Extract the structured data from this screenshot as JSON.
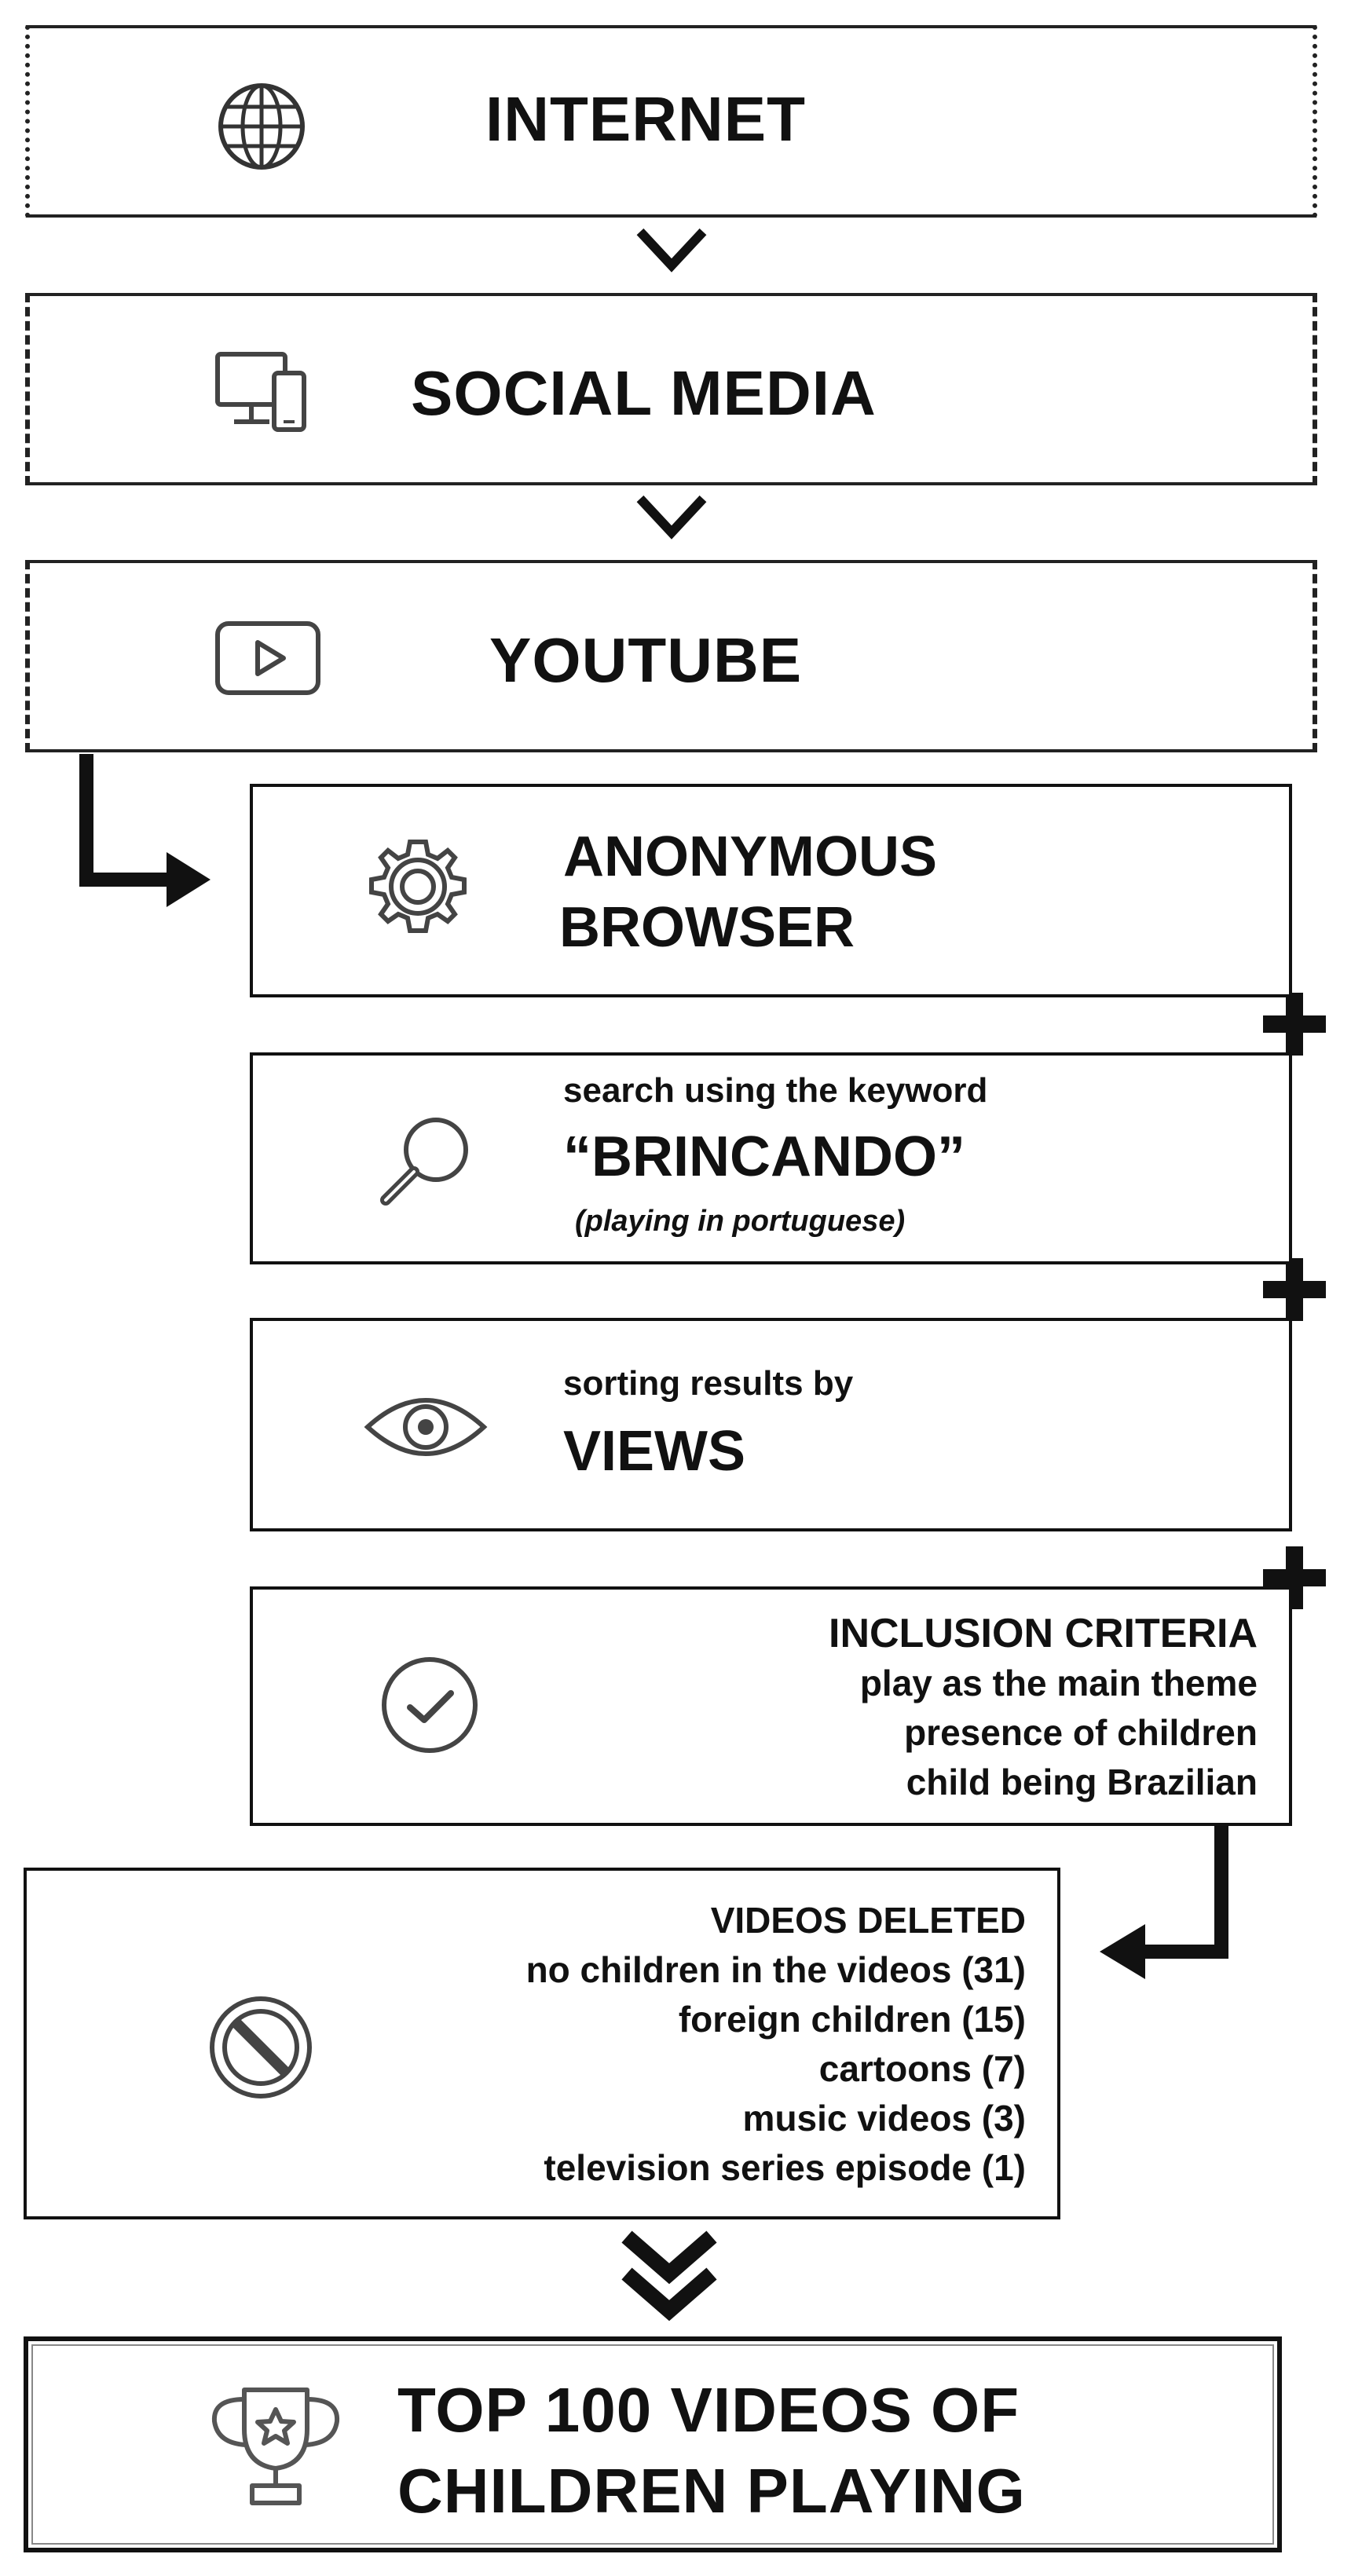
{
  "steps": {
    "internet": {
      "title": "INTERNET",
      "icon": "globe-icon"
    },
    "social_media": {
      "title": "SOCIAL MEDIA",
      "icon": "devices-icon"
    },
    "youtube": {
      "title": "YOUTUBE",
      "icon": "play-button-icon"
    },
    "anonymous_browser": {
      "line1": "ANONYMOUS",
      "line2": "BROWSER",
      "icon": "gear-icon"
    },
    "search": {
      "caption": "search using the keyword",
      "keyword": "“BRINCANDO”",
      "note": "(playing in portuguese)",
      "icon": "search-icon"
    },
    "sort": {
      "caption": "sorting results by",
      "value": "VIEWS",
      "icon": "eye-icon"
    },
    "inclusion": {
      "heading": "INCLUSION CRITERIA",
      "items": [
        "play as the main theme",
        "presence of children",
        "child being Brazilian"
      ],
      "icon": "check-circle-icon"
    },
    "deleted": {
      "heading": "VIDEOS DELETED",
      "items": [
        "no children in the videos (31)",
        "foreign children (15)",
        "cartoons (7)",
        "music videos (3)",
        "television series episode (1)"
      ],
      "icon": "prohibited-icon"
    },
    "result": {
      "line1": "TOP 100 VIDEOS OF",
      "line2": "CHILDREN PLAYING",
      "icon": "trophy-icon"
    }
  }
}
